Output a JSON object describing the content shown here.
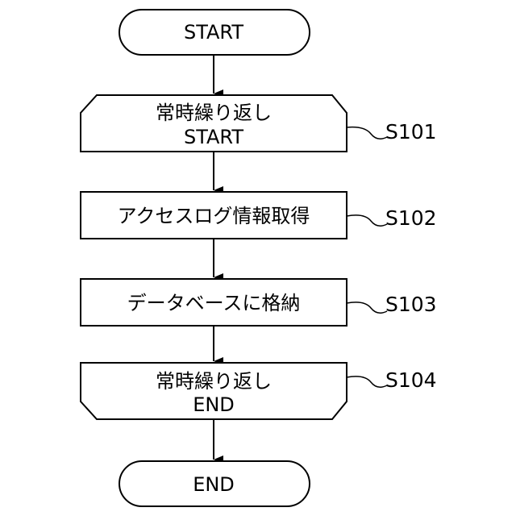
{
  "flowchart": {
    "start": "START",
    "loop_start": {
      "line1": "常時繰り返し",
      "line2": "START"
    },
    "get_log": "アクセスログ情報取得",
    "store_db": "データベースに格納",
    "loop_end": {
      "line1": "常時繰り返し",
      "line2": "END"
    },
    "end": "END"
  },
  "step_labels": {
    "s101": "S101",
    "s102": "S102",
    "s103": "S103",
    "s104": "S104"
  }
}
